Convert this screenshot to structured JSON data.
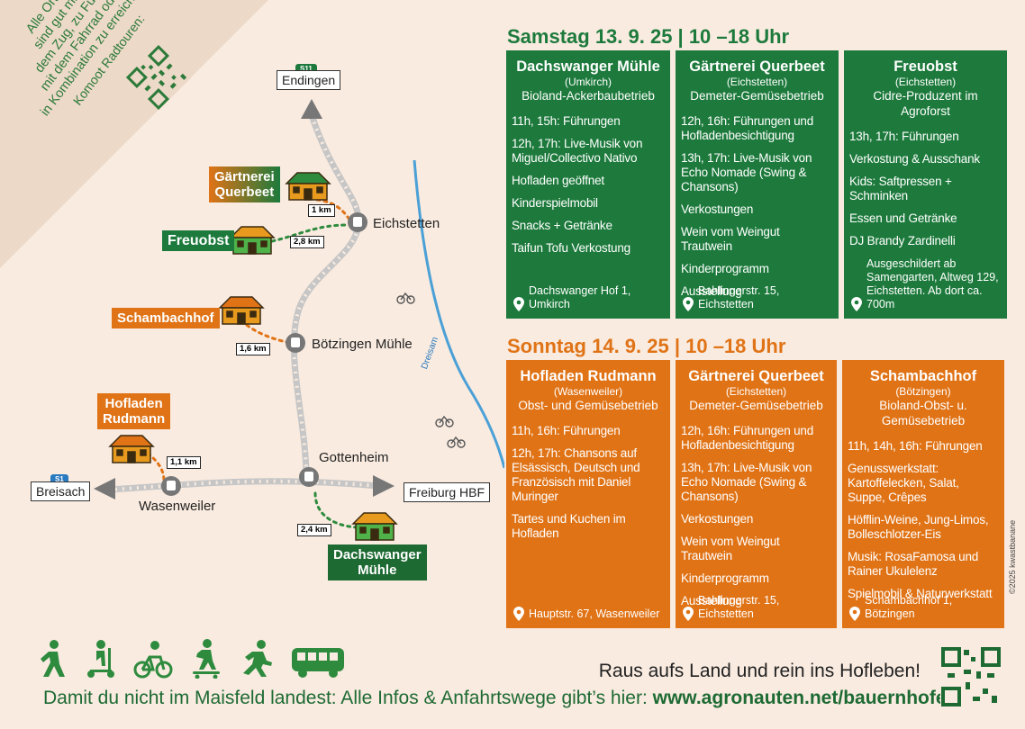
{
  "colors": {
    "background": "#f9ebe0",
    "green": "#1d7a3c",
    "orange": "#e07316",
    "dark_green": "#1d6a33",
    "river": "#4ba0d6",
    "rail": "#bdbdbd"
  },
  "corner": {
    "lines": [
      "Alle Orte",
      "sind gut mit",
      "dem Zug, zu Fuß,",
      "mit dem Fahrrad oder",
      "in Kombination zu erreichen."
    ],
    "komoot": "Komoot Radtouren:"
  },
  "map": {
    "cities": {
      "endingen": "Endingen",
      "breisach": "Breisach",
      "freiburg": "Freiburg HBF"
    },
    "rail_badges": {
      "s11": "S11",
      "s1": "S1"
    },
    "stations": {
      "eichstetten": "Eichstetten",
      "boetzingen": "Bötzingen Mühle",
      "gottenheim": "Gottenheim",
      "wasenweiler": "Wasenweiler"
    },
    "river": "Dreisam",
    "farms": {
      "querbeet": "Gärtnerei Querbeet",
      "freuobst": "Freuobst",
      "schambach": "Schambachhof",
      "rudmann": "Hofladen Rudmann",
      "dachswanger": "Dachswanger Mühle"
    },
    "farm_lines": {
      "querbeet": [
        "Gärtnerei",
        "Querbeet"
      ],
      "rudmann": [
        "Hofladen",
        "Rudmann"
      ],
      "dachswanger": [
        "Dachswanger",
        "Mühle"
      ]
    },
    "distances": {
      "querbeet": "1 km",
      "freuobst": "2,8 km",
      "schambach": "1,6 km",
      "rudmann": "1,1 km",
      "dachswanger": "2,4 km"
    }
  },
  "saturday": {
    "title": "Samstag 13. 9. 25   |   10 –18 Uhr",
    "cards": [
      {
        "name": "Dachswanger Mühle",
        "sub": "(Umkirch)",
        "type": "Bioland-Ackerbaubetrieb",
        "items": [
          "11h, 15h: Führungen",
          "12h, 17h: Live-Musik von Miguel/Collectivo Nativo",
          "Hofladen geöffnet",
          "Kinderspielmobil",
          "Snacks + Getränke",
          "Taifun Tofu Verkostung"
        ],
        "address": "Dachswanger Hof 1, Umkirch"
      },
      {
        "name": "Gärtnerei Querbeet",
        "sub": "(Eichstetten)",
        "type": "Demeter-Gemüsebetrieb",
        "items": [
          "12h, 16h: Führungen und Hofladenbesichtigung",
          "13h, 17h: Live-Musik von Echo Nomade (Swing & Chansons)",
          "Verkostungen",
          "Wein vom Weingut Trautwein",
          "Kinderprogramm",
          "Ausstellung"
        ],
        "address": "Bahlingerstr. 15, Eichstetten"
      },
      {
        "name": "Freuobst",
        "sub": "(Eichstetten)",
        "type": "Cidre-Produzent im Agroforst",
        "items": [
          "13h, 17h: Führungen",
          "Verkostung & Ausschank",
          "Kids: Saftpressen + Schminken",
          "Essen und Getränke",
          "DJ Brandy Zardinelli"
        ],
        "address": "Ausgeschildert ab Samengarten, Altweg 129, Eichstetten. Ab dort ca. 700m"
      }
    ]
  },
  "sunday": {
    "title": "Sonntag 14. 9. 25   |   10 –18 Uhr",
    "cards": [
      {
        "name": "Hofladen Rudmann",
        "sub": "(Wasenweiler)",
        "type": "Obst- und Gemüsebetrieb",
        "items": [
          "11h, 16h: Führungen",
          "12h, 17h: Chansons auf Elsässisch, Deutsch und Französisch mit Daniel Muringer",
          "Tartes und Kuchen im Hofladen"
        ],
        "address": "Hauptstr. 67, Wasenweiler"
      },
      {
        "name": "Gärtnerei Querbeet",
        "sub": "(Eichstetten)",
        "type": "Demeter-Gemüsebetrieb",
        "items": [
          "12h, 16h: Führungen und Hofladenbesichtigung",
          "13h, 17h: Live-Musik von Echo Nomade (Swing & Chansons)",
          "Verkostungen",
          "Wein vom Weingut Trautwein",
          "Kinderprogramm",
          "Ausstellung"
        ],
        "address": "Bahlingerstr. 15, Eichstetten"
      },
      {
        "name": "Schambachhof",
        "sub": "(Bötzingen)",
        "type": "Bioland-Obst- u. Gemüsebetrieb",
        "items": [
          "11h, 14h, 16h: Führungen",
          "Genusswerkstatt: Kartoffelecken, Salat, Suppe, Crêpes",
          "Höfflin-Weine, Jung-Limos, Bolleschlotzer-Eis",
          "Musik: RosaFamosa und Rainer Ukulelenz",
          "Spielmobil & Naturwerkstatt"
        ],
        "address": "Schambachhof 1, Bötzingen"
      }
    ]
  },
  "footer": {
    "slogan": "Raus aufs Land und rein ins Hofleben!",
    "info_prefix": "Damit du nicht im Maisfeld landest: Alle Infos & Anfahrtswege gibt’s hier: ",
    "info_url": "www.agronauten.net/bauernhofe",
    "copyright": "©2025 kwastbanane",
    "transport_icons": [
      "walking-icon",
      "scooter-icon",
      "bicycle-icon",
      "skateboard-icon",
      "running-icon",
      "bus-icon"
    ]
  }
}
